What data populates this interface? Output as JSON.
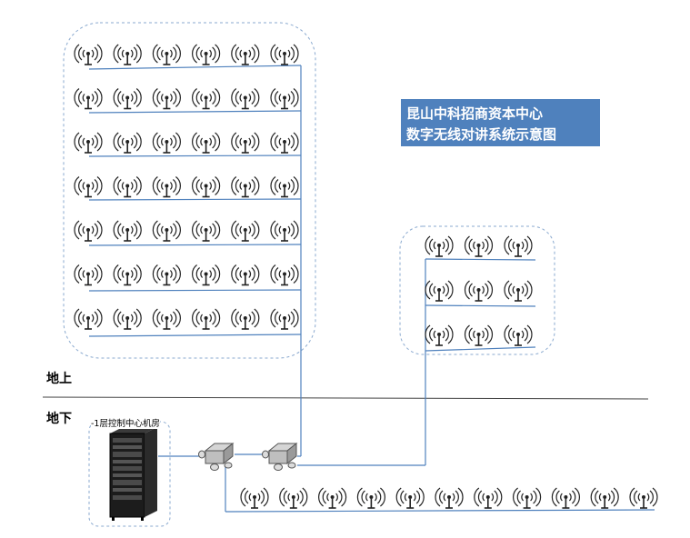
{
  "title": {
    "line1": "昆山中科招商资本中心",
    "line2": "数字无线对讲系统示意图"
  },
  "labels": {
    "above_ground": "地上",
    "below_ground": "地下",
    "control_room": "-1层控制中心机房"
  },
  "colors": {
    "feeder": "#4f81bd",
    "boundary": "#999999",
    "title_bg": "#4f81bd"
  },
  "icons": {
    "antenna": "wifi-antenna-icon",
    "splitter": "power-splitter-icon",
    "rack": "server-rack-icon"
  },
  "groups": {
    "main_building": {
      "rows": 7,
      "per_row": 6
    },
    "annex_building": {
      "rows": 3,
      "per_row": 3
    },
    "basement": {
      "rows": 1,
      "per_row": 11
    }
  }
}
